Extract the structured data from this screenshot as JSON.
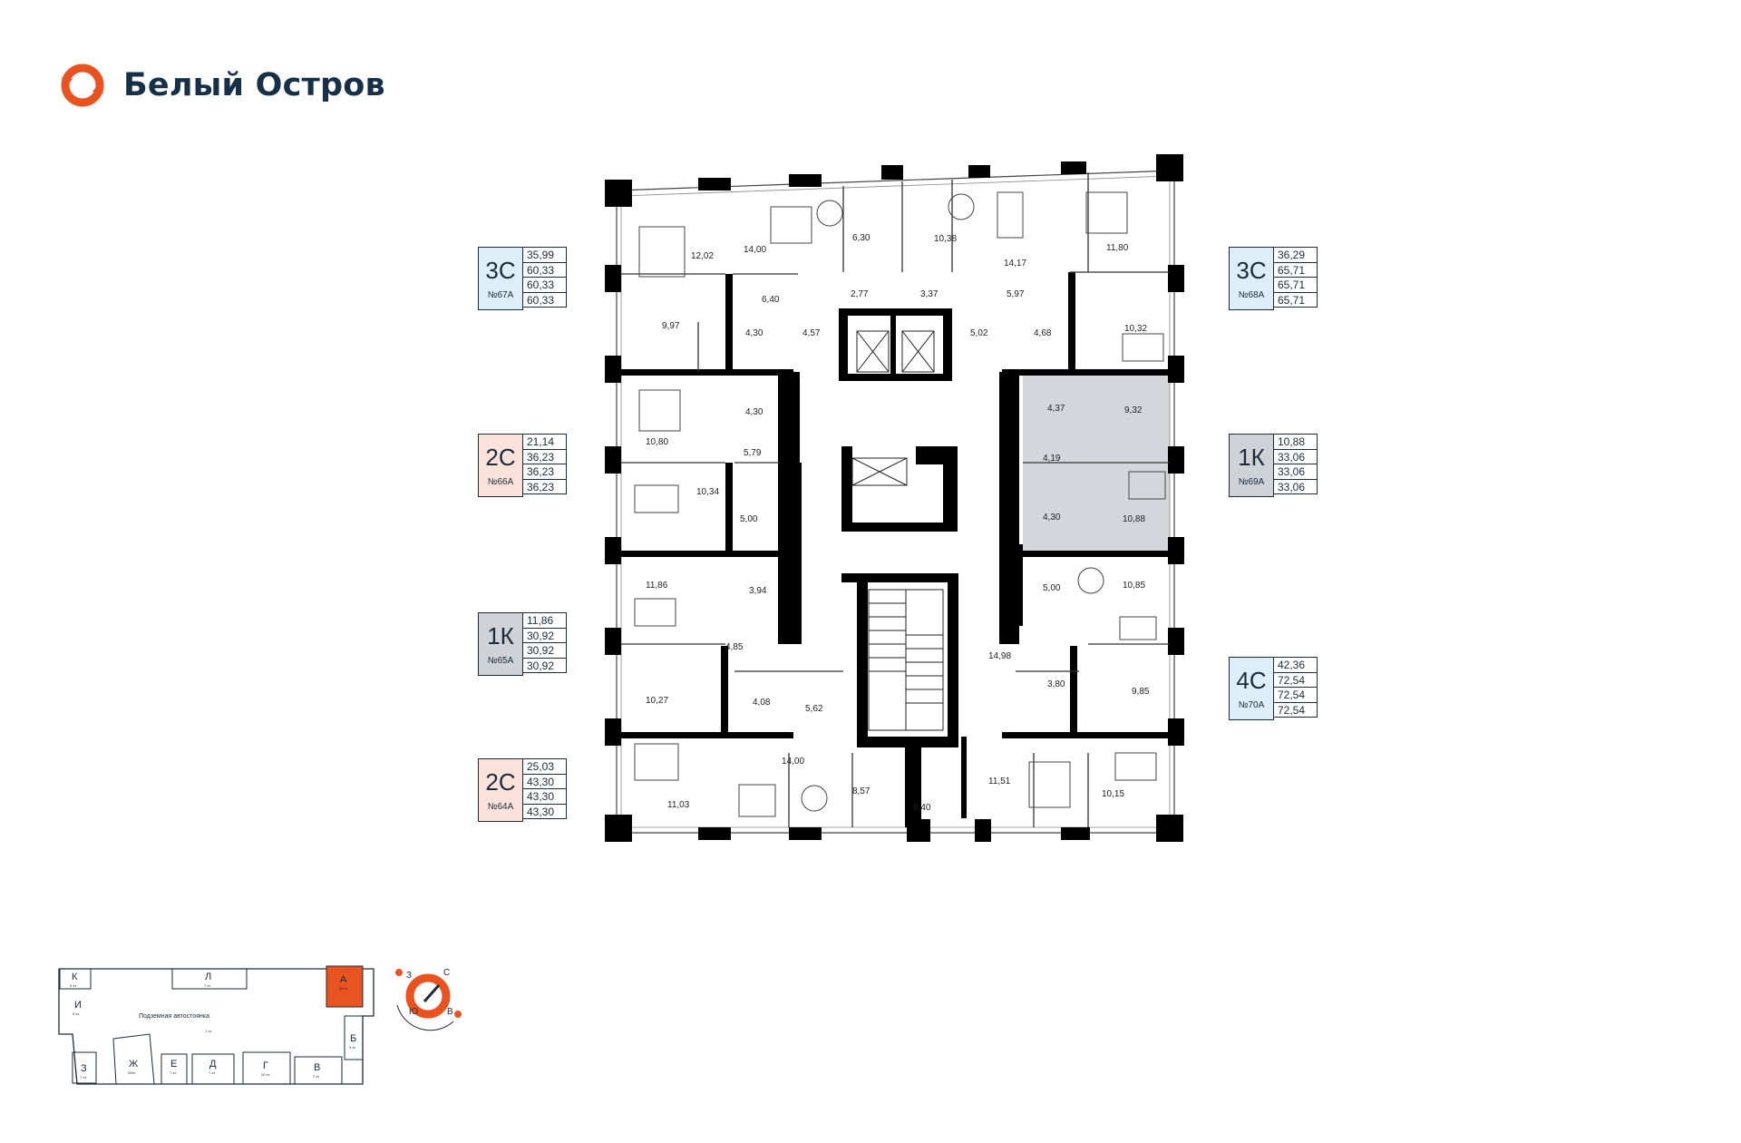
{
  "brand": {
    "name": "Белый Остров",
    "accent": "#e8531f",
    "dark": "#17304a"
  },
  "apartments_left": [
    {
      "rooms": "3С",
      "num": "№67А",
      "areas": [
        "35,99",
        "60,33",
        "60,33",
        "60,33"
      ],
      "color": "#dceef8"
    },
    {
      "rooms": "2С",
      "num": "№66А",
      "areas": [
        "21,14",
        "36,23",
        "36,23",
        "36,23"
      ],
      "color": "#fbe3dc"
    },
    {
      "rooms": "1К",
      "num": "№65А",
      "areas": [
        "11,86",
        "30,92",
        "30,92",
        "30,92"
      ],
      "color": "#cfd3d8"
    },
    {
      "rooms": "2С",
      "num": "№64А",
      "areas": [
        "25,03",
        "43,30",
        "43,30",
        "43,30"
      ],
      "color": "#fbe3dc"
    }
  ],
  "apartments_right": [
    {
      "rooms": "3С",
      "num": "№68А",
      "areas": [
        "36,29",
        "65,71",
        "65,71",
        "65,71"
      ],
      "color": "#dceef8"
    },
    {
      "rooms": "1К",
      "num": "№69А",
      "areas": [
        "10,88",
        "33,06",
        "33,06",
        "33,06"
      ],
      "color": "#cfd3d8"
    },
    {
      "rooms": "4С",
      "num": "№70А",
      "areas": [
        "42,36",
        "72,54",
        "72,54",
        "72,54"
      ],
      "color": "#dceef8"
    }
  ],
  "rooms": [
    "14,00",
    "12,02",
    "6,30",
    "10,38",
    "14,17",
    "11,80",
    "6,40",
    "2,77",
    "3,37",
    "5,97",
    "9,97",
    "4,30",
    "4,57",
    "5,02",
    "4,68",
    "10,32",
    "4,30",
    "4,37",
    "9,32",
    "10,80",
    "5,79",
    "4,19",
    "10,34",
    "5,00",
    "4,30",
    "10,88",
    "11,86",
    "3,94",
    "5,00",
    "10,85",
    "4,85",
    "14,98",
    "10,27",
    "4,08",
    "5,62",
    "3,80",
    "9,85",
    "14,00",
    "11,51",
    "11,03",
    "8,57",
    "6,40",
    "10,15"
  ],
  "site_plan": {
    "parking_title": "Подземная автостоянка",
    "parking_floors": "1 эт.",
    "sections": [
      {
        "letter": "К",
        "floors": "5 эт."
      },
      {
        "letter": "Л",
        "floors": "7 эт."
      },
      {
        "letter": "А",
        "floors": "20 эт."
      },
      {
        "letter": "И",
        "floors": "5 эт."
      },
      {
        "letter": "Б",
        "floors": "9 эт."
      },
      {
        "letter": "З",
        "floors": "7 эт."
      },
      {
        "letter": "Ж",
        "floors": "25эт."
      },
      {
        "letter": "Е",
        "floors": "7 эт."
      },
      {
        "letter": "Д",
        "floors": "7 эт."
      },
      {
        "letter": "Г",
        "floors": "20 эт."
      },
      {
        "letter": "В",
        "floors": "7 эт."
      }
    ]
  },
  "compass": {
    "n": "С",
    "s": "Ю",
    "e": "В",
    "w": "З"
  }
}
